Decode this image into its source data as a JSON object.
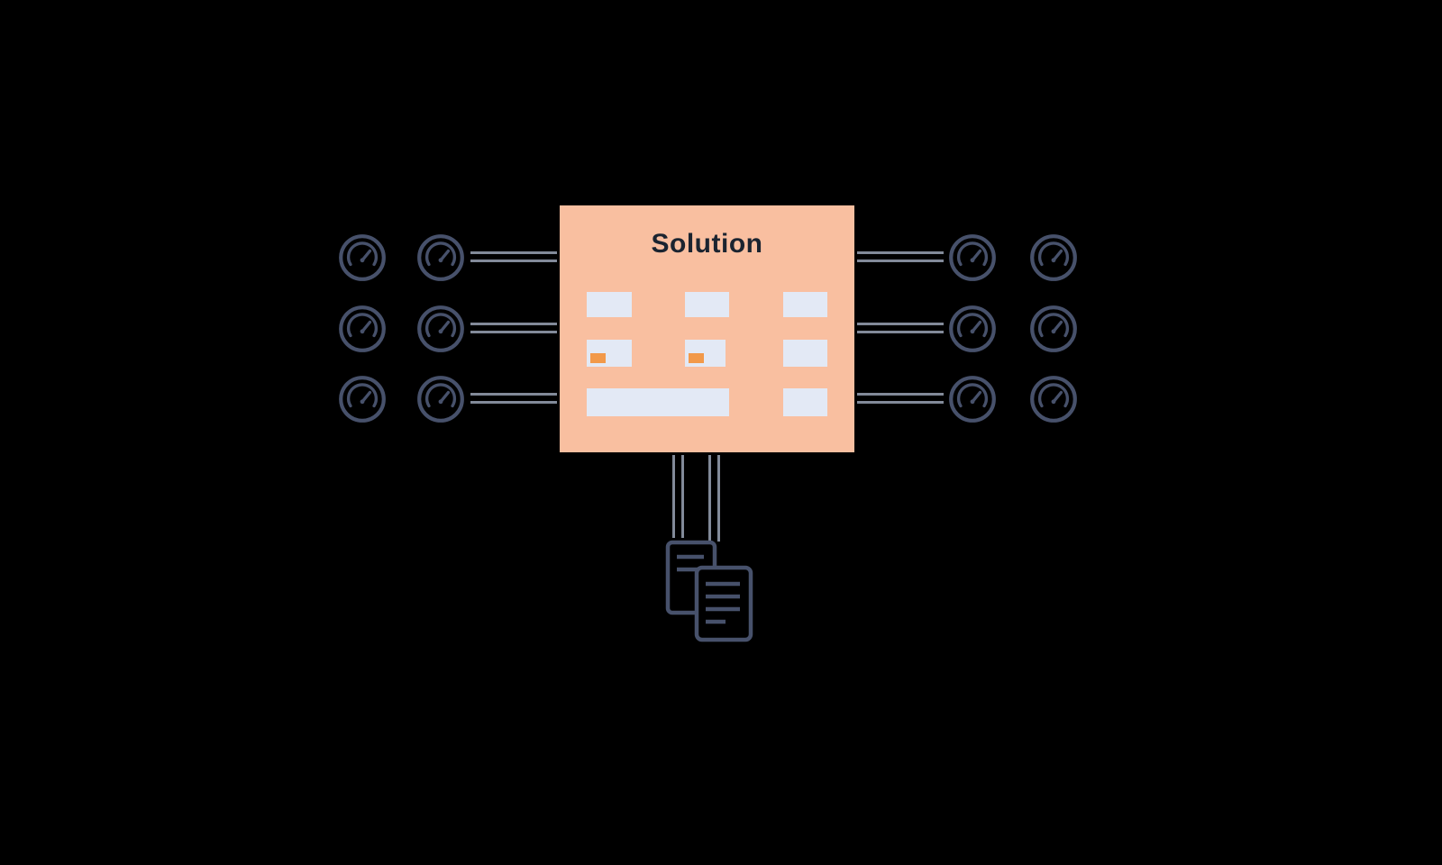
{
  "diagram": {
    "title": "Solution",
    "colors": {
      "background": "#000000",
      "solution_box": "#F9BFA0",
      "wireframe_block": "#E3E9F5",
      "accent_orange": "#F2994A",
      "title_text": "#1B2430",
      "icon_stroke": "#47516B",
      "connector_stroke": "#828A99"
    },
    "left_nodes": [
      {
        "icon": "gauge-icon"
      },
      {
        "icon": "gauge-icon"
      },
      {
        "icon": "gauge-icon"
      },
      {
        "icon": "gauge-icon"
      },
      {
        "icon": "gauge-icon"
      },
      {
        "icon": "gauge-icon"
      }
    ],
    "right_nodes": [
      {
        "icon": "gauge-icon"
      },
      {
        "icon": "gauge-icon"
      },
      {
        "icon": "gauge-icon"
      },
      {
        "icon": "gauge-icon"
      },
      {
        "icon": "gauge-icon"
      },
      {
        "icon": "gauge-icon"
      }
    ],
    "output_node": {
      "icon": "documents-stack-icon"
    },
    "wireframe": {
      "rows": 3,
      "blocks_with_accent": 2
    }
  }
}
